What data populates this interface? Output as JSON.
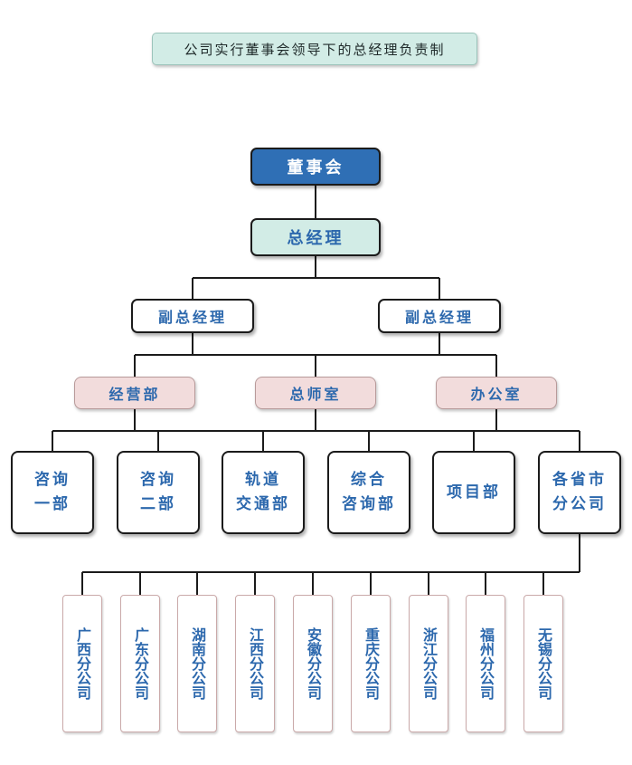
{
  "title": "公司实行董事会领导下的总经理负责制",
  "board": "董事会",
  "general_manager": "总经理",
  "deputy_gms": [
    "副总经理",
    "副总经理"
  ],
  "departments": [
    "经营部",
    "总师室",
    "办公室"
  ],
  "units": [
    [
      "咨询",
      "一部"
    ],
    [
      "咨询",
      "二部"
    ],
    [
      "轨道",
      "交通部"
    ],
    [
      "综合",
      "咨询部"
    ],
    [
      "项目部"
    ],
    [
      "各省市",
      "分公司"
    ]
  ],
  "branches": [
    "广西分公司",
    "广东分公司",
    "湖南分公司",
    "江西分公司",
    "安徽分公司",
    "重庆分公司",
    "浙江分公司",
    "福州分公司",
    "无锡分公司"
  ],
  "colors": {
    "board_fill": "#2f6fb5",
    "gm_fill": "#d2ece6",
    "dept_fill": "#f2dcdc",
    "text_blue": "#2c68ad",
    "line": "#1b1b1b"
  }
}
